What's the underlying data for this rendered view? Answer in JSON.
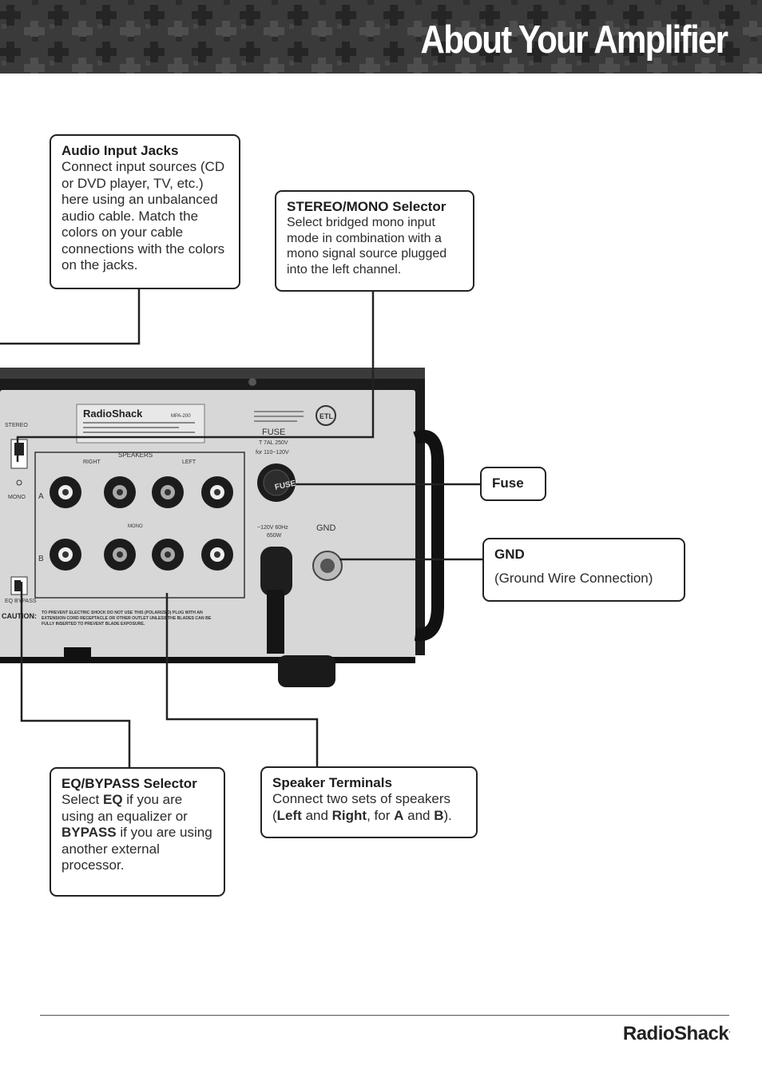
{
  "header": {
    "title": "About Your Amplifier"
  },
  "callouts": {
    "audio": {
      "title": "Audio Input Jacks",
      "text": "Connect input sources (CD or DVD player, TV, etc.) here using an unbalanced audio cable. Match the colors on your cable connections with the colors on the jacks."
    },
    "stereo": {
      "title": "STEREO/MONO Selector",
      "text": "Select bridged mono input mode in combination with a mono signal source plugged into the left channel."
    },
    "fuse": {
      "title": "Fuse"
    },
    "gnd": {
      "title": "GND",
      "text": "(Ground Wire Connection)"
    },
    "eq": {
      "title": "EQ/BYPASS Selector",
      "p1": "Select ",
      "b1": "EQ",
      "p2": " if you are using an equalizer or ",
      "b2": "BYPASS",
      "p3": " if you are using another external processor."
    },
    "speaker": {
      "title": "Speaker Terminals",
      "p1": "Connect two sets of speakers (",
      "b1": "Left",
      "p2": " and ",
      "b2": "Right",
      "p3": ", for ",
      "b3": "A",
      "p4": " and ",
      "b4": "B",
      "p5": ")."
    }
  },
  "panel": {
    "brand": "RadioShack",
    "model": "MPA-200",
    "stereo": "STEREO",
    "mono": "MONO",
    "speakers": "SPEAKERS",
    "right": "RIGHT",
    "left": "LEFT",
    "mono_mid": "MONO",
    "a": "A",
    "b": "B",
    "fuse_label": "FUSE",
    "fuse_spec": "T 7AL 250V",
    "fuse_volt": "for 110~120V",
    "fuse_cap": "FUSE",
    "power": "~120V 60Hz",
    "watts": "650W",
    "gnd": "GND",
    "eq_bypass": "EQ     BYPASS",
    "caution": "CAUTION:",
    "caution_text": "TO PREVENT ELECTRIC SHOCK DO NOT USE THIS (POLARIZED) PLUG WITH AN EXTENSION CORD RECEPTACLE OR OTHER OUTLET UNLESS THE BLADES CAN BE FULLY INSERTED TO PREVENT BLADE EXPOSURE.",
    "etl": "ETL"
  },
  "footer": {
    "logo": "RadioShack"
  }
}
